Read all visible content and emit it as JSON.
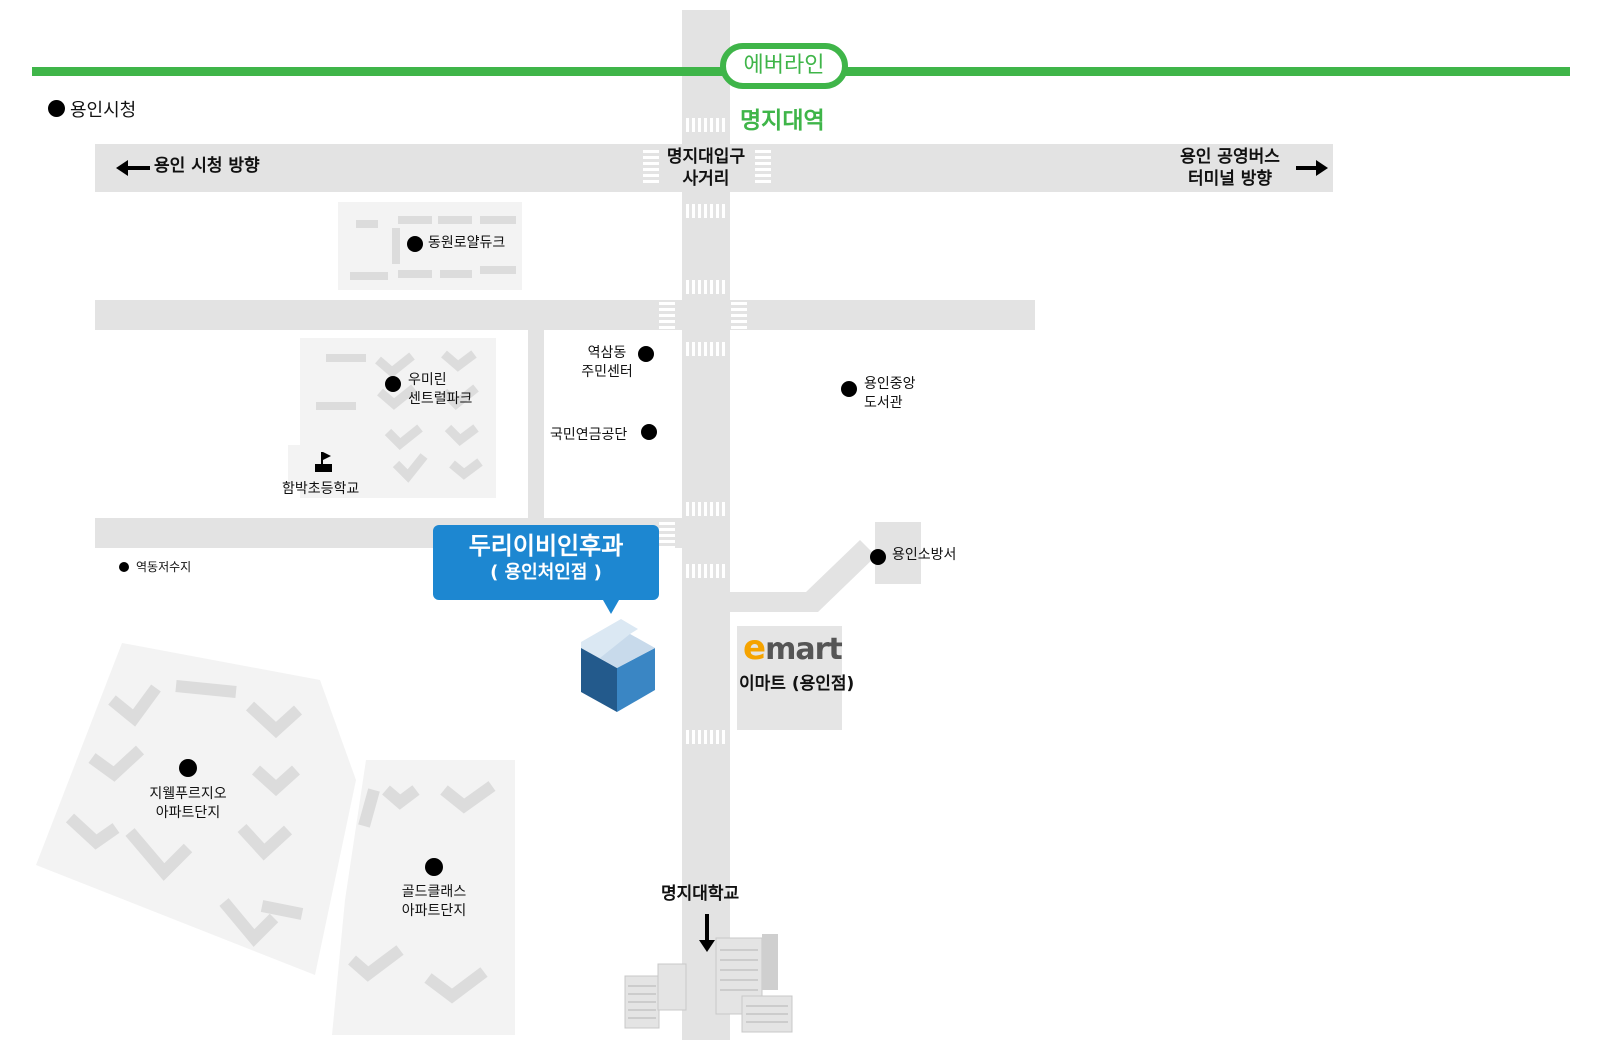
{
  "subway": {
    "line_name": "에버라인",
    "station_name": "명지대역",
    "line_color": "#3fb549"
  },
  "directions": {
    "left": "용인 시청 방향",
    "right_line1": "용인 공영버스",
    "right_line2": "터미널 방향"
  },
  "intersection": {
    "line1": "명지대입구",
    "line2": "사거리"
  },
  "landmarks": {
    "yongin_city_hall": "용인시청",
    "dongwon_royal_duke": "동원로얄듀크",
    "yeoksam_center_line1": "역삼동",
    "yeoksam_center_line2": "주민센터",
    "umirin_line1": "우미린",
    "umirin_line2": "센트럴파크",
    "yongin_library_line1": "용인중앙",
    "yongin_library_line2": "도서관",
    "nps": "국민연금공단",
    "hambak_school": "함박초등학교",
    "reservoir": "역동저수지",
    "fire_station": "용인소방서",
    "gwell_line1": "지웰푸르지오",
    "gwell_line2": "아파트단지",
    "goldclass_line1": "골드클래스",
    "goldclass_line2": "아파트단지",
    "university": "명지대학교"
  },
  "clinic": {
    "name": "두리이비인후과",
    "branch": "( 용인처인점 )",
    "color": "#1d87d1"
  },
  "emart": {
    "logo_e": "e",
    "logo_rest": "mart",
    "label": "이마트 (용인점)",
    "logo_color": "#f5a300"
  },
  "colors": {
    "road": "#e3e3e3",
    "block": "#f2f2f2",
    "building": "#d6d6d6"
  }
}
